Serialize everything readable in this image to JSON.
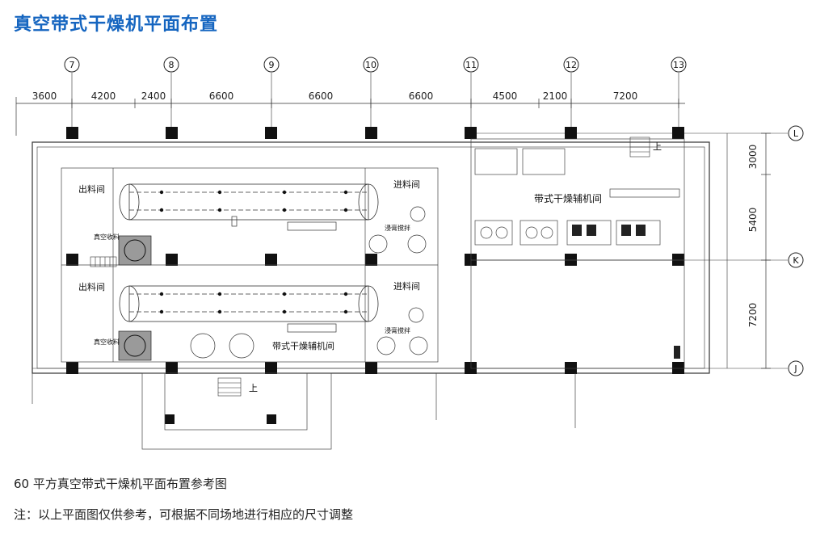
{
  "title": "真空带式干燥机平面布置",
  "plan": {
    "grid_columns": [
      "7",
      "8",
      "9",
      "10",
      "11",
      "12",
      "13"
    ],
    "grid_rows": [
      "L",
      "K",
      "J"
    ],
    "top_dimensions": [
      "3600",
      "4200",
      "2400",
      "6600",
      "6600",
      "6600",
      "4500",
      "2100",
      "7200"
    ],
    "right_dimensions": [
      "3000",
      "5400",
      "7200"
    ],
    "rooms": {
      "discharge_room": "出料间",
      "feed_room": "进料间",
      "auxiliary_room": "带式干燥辅机间",
      "vacuum_unit": "真空收料",
      "mixing_tank": "浸膏搅拌",
      "stair_up": "上"
    }
  },
  "caption": "60 平方真空带式干燥机平面布置参考图",
  "note": "注：以上平面图仅供参考，可根据不同场地进行相应的尺寸调整"
}
